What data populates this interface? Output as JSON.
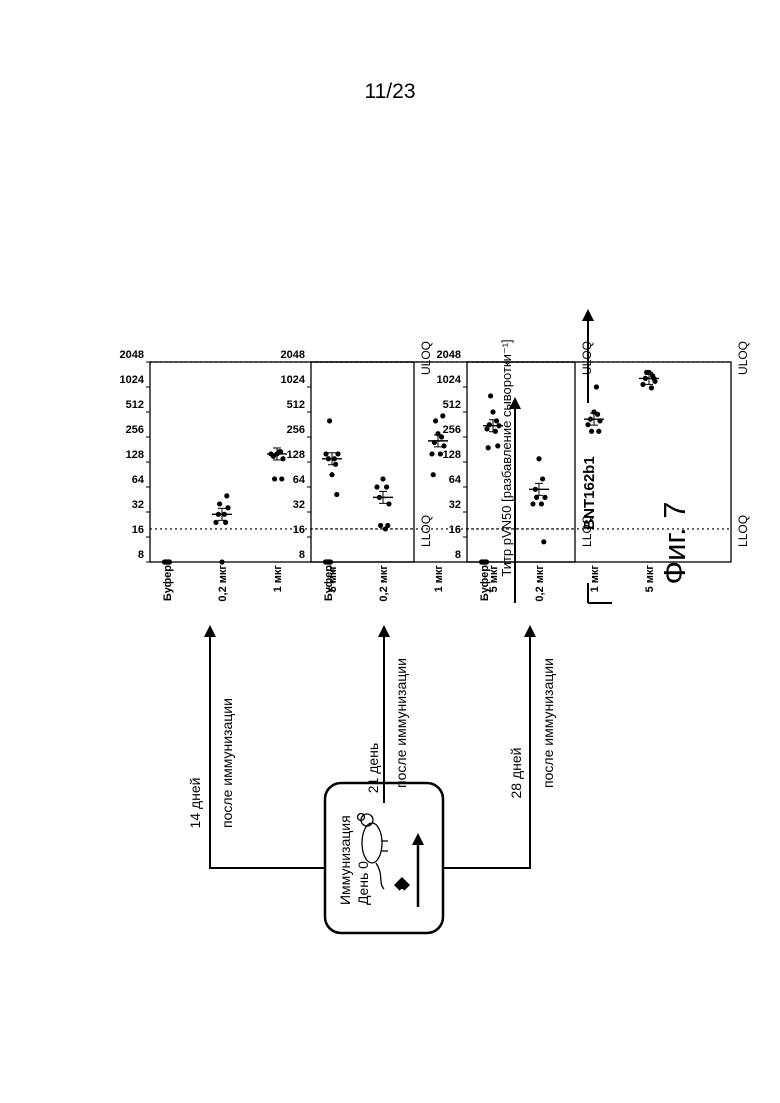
{
  "page_number": "11/23",
  "figure_label": "Фиг. 7",
  "immunization_box": {
    "title": "Иммунизация",
    "day": "День 0"
  },
  "timepoints": [
    {
      "line1": "14 дней",
      "line2": "после иммунизации"
    },
    {
      "line1": "21 день",
      "line2": "после иммунизации"
    },
    {
      "line1": "28 дней",
      "line2": "после иммунизации"
    }
  ],
  "y_axis_title": "Титр pVN50 [разбавление сыворотки⁻¹]",
  "product_label": "BNT162b1",
  "uloq_label": "ULOQ",
  "lloq_label": "LLOQ",
  "chart_data": {
    "type": "scatter",
    "y_scale": "log2",
    "y_ticks": [
      "2048",
      "1024",
      "512",
      "256",
      "128",
      "64",
      "32",
      "16",
      "8"
    ],
    "ylim": [
      8,
      2048
    ],
    "uloq": 2048,
    "lloq": 20,
    "groups": [
      "Буфер",
      "0,2 мкг",
      "1 мкг",
      "5 мкг"
    ],
    "panels": [
      {
        "timepoint": "14 дней после иммунизации",
        "series": [
          {
            "group": "Буфер",
            "values": [
              8,
              8,
              8,
              8,
              8,
              8,
              8,
              8
            ],
            "median": 8
          },
          {
            "group": "0,2 мкг",
            "values": [
              8,
              24,
              30,
              36,
              24,
              30,
              40,
              50
            ],
            "median": 30
          },
          {
            "group": "1 мкг",
            "values": [
              160,
              170,
              150,
              140,
              160,
              170,
              80,
              80
            ],
            "median": 160
          },
          {
            "group": "5 мкг",
            "values": [
              90,
              120,
              140,
              160,
              160,
              140,
              400,
              52
            ],
            "median": 140
          }
        ]
      },
      {
        "timepoint": "21 день после иммунизации",
        "series": [
          {
            "group": "Буфер",
            "values": [
              8,
              8,
              8,
              8,
              8,
              8,
              8,
              8
            ],
            "median": 8
          },
          {
            "group": "0,2 мкг",
            "values": [
              80,
              64,
              48,
              40,
              64,
              20,
              22,
              22
            ],
            "median": 48
          },
          {
            "group": "1 мкг",
            "values": [
              280,
              256,
              220,
              200,
              160,
              160,
              400,
              460,
              90
            ],
            "median": 230
          },
          {
            "group": "5 мкг",
            "values": [
              512,
              400,
              360,
              350,
              320,
              300,
              800,
              200,
              190
            ],
            "median": 350
          }
        ]
      },
      {
        "timepoint": "28 дней после иммунизации",
        "series": [
          {
            "group": "Буфер",
            "values": [
              8,
              8,
              8,
              8,
              8,
              8,
              8,
              8
            ],
            "median": 8
          },
          {
            "group": "0,2 мкг",
            "values": [
              140,
              80,
              60,
              48,
              40,
              40,
              48,
              14
            ],
            "median": 60
          },
          {
            "group": "1 мкг",
            "values": [
              512,
              480,
              420,
              400,
              360,
              1024,
              300,
              300
            ],
            "median": 420
          },
          {
            "group": "5 мкг",
            "values": [
              1536,
              1400,
              1300,
              1200,
              1100,
              1000,
              1536,
              1300
            ],
            "median": 1300
          }
        ]
      }
    ]
  }
}
